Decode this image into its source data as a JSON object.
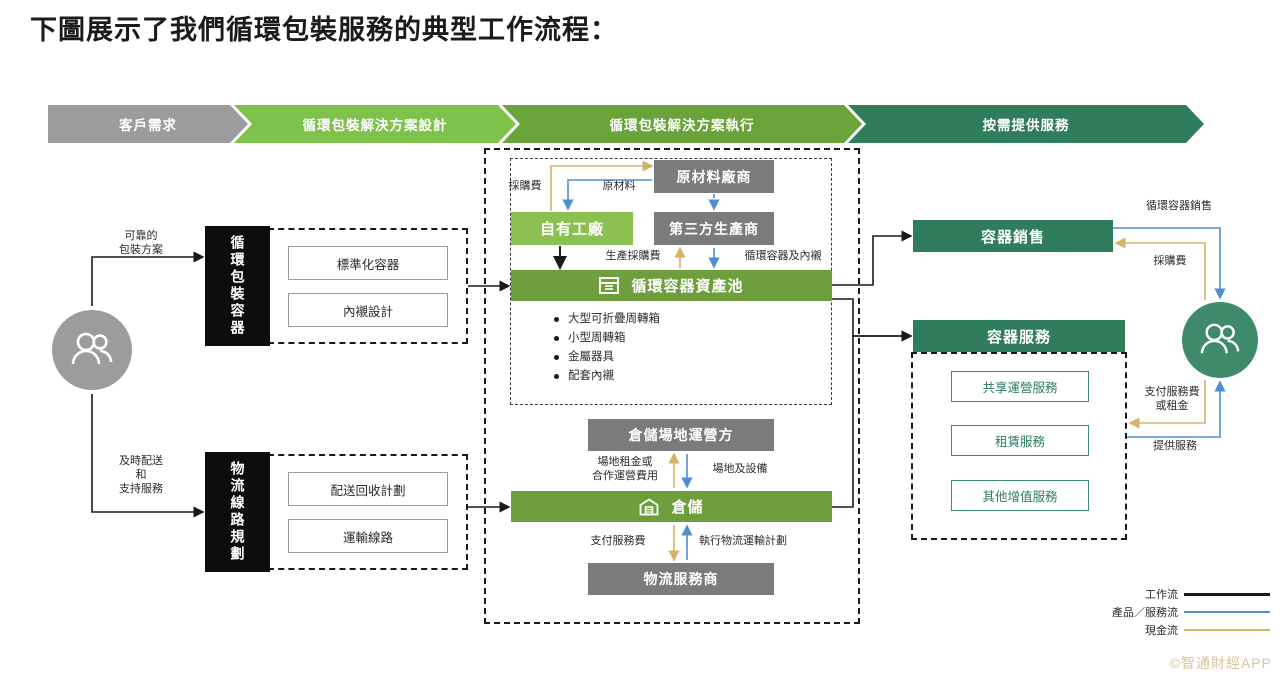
{
  "page": {
    "title": "下圖展示了我們循環包裝服務的典型工作流程：",
    "watermark": "©智通財經APP"
  },
  "banner": {
    "steps": [
      {
        "label": "客戶需求",
        "color": "#9c9c9c"
      },
      {
        "label": "循環包裝解決方案設計",
        "color": "#7fc24b"
      },
      {
        "label": "循環包裝解決方案執行",
        "color": "#69a339"
      },
      {
        "label": "按需提供服務",
        "color": "#2f7d5b"
      }
    ]
  },
  "left": {
    "customer_icon": "users-icon",
    "top_flow_label": "可靠的\n包裝方案",
    "top_flow_line1": "可靠的",
    "top_flow_line2": "包裝方案",
    "bottom_flow_line1": "及時配送",
    "bottom_flow_line2": "和",
    "bottom_flow_line3": "支持服務",
    "group1": {
      "spine": "循環包裝容器",
      "items": [
        "標準化容器",
        "內襯設計"
      ]
    },
    "group2": {
      "spine": "物流線路規劃",
      "items": [
        "配送回收計劃",
        "運輸線路"
      ]
    }
  },
  "center": {
    "supplier": "原材料廠商",
    "own_factory": "自有工廠",
    "third_party": "第三方生產商",
    "asset_pool": "循環容器資產池",
    "asset_pool_icon": "container-icon",
    "asset_pool_items": [
      "大型可折疊周轉箱",
      "小型周轉箱",
      "金屬器具",
      "配套內襯"
    ],
    "labels": {
      "purchase_fee": "採購費",
      "raw_material": "原材料",
      "production_purchase_fee": "生產採購費",
      "containers_and_liners": "循環容器及內襯"
    },
    "warehouse_operator": "倉儲場地運營方",
    "warehouse": "倉儲",
    "warehouse_icon": "warehouse-icon",
    "logistics_provider": "物流服務商",
    "warehouse_labels": {
      "site_rent_line1": "場地租金或",
      "site_rent_line2": "合作運營費用",
      "site_equipment": "場地及設備",
      "pay_service_fee": "支付服務費",
      "execute_logistics_plan": "執行物流運輸計劃"
    }
  },
  "right": {
    "container_sales": "容器銷售",
    "container_service": "容器服務",
    "service_items": [
      "共享運營服務",
      "租賃服務",
      "其他增值服務"
    ],
    "customer_icon": "users-icon",
    "labels": {
      "container_sales_flow": "循環容器銷售",
      "purchase_fee": "採購費",
      "pay_service_fee_line1": "支付服務費",
      "pay_service_fee_line2": "或租金",
      "provide_service": "提供服務"
    }
  },
  "legend": {
    "items": [
      {
        "label": "工作流",
        "color": "#1a1a1a"
      },
      {
        "label": "產品／服務流",
        "color": "#4f8fd1"
      },
      {
        "label": "現金流",
        "color": "#d6b36a"
      }
    ]
  }
}
